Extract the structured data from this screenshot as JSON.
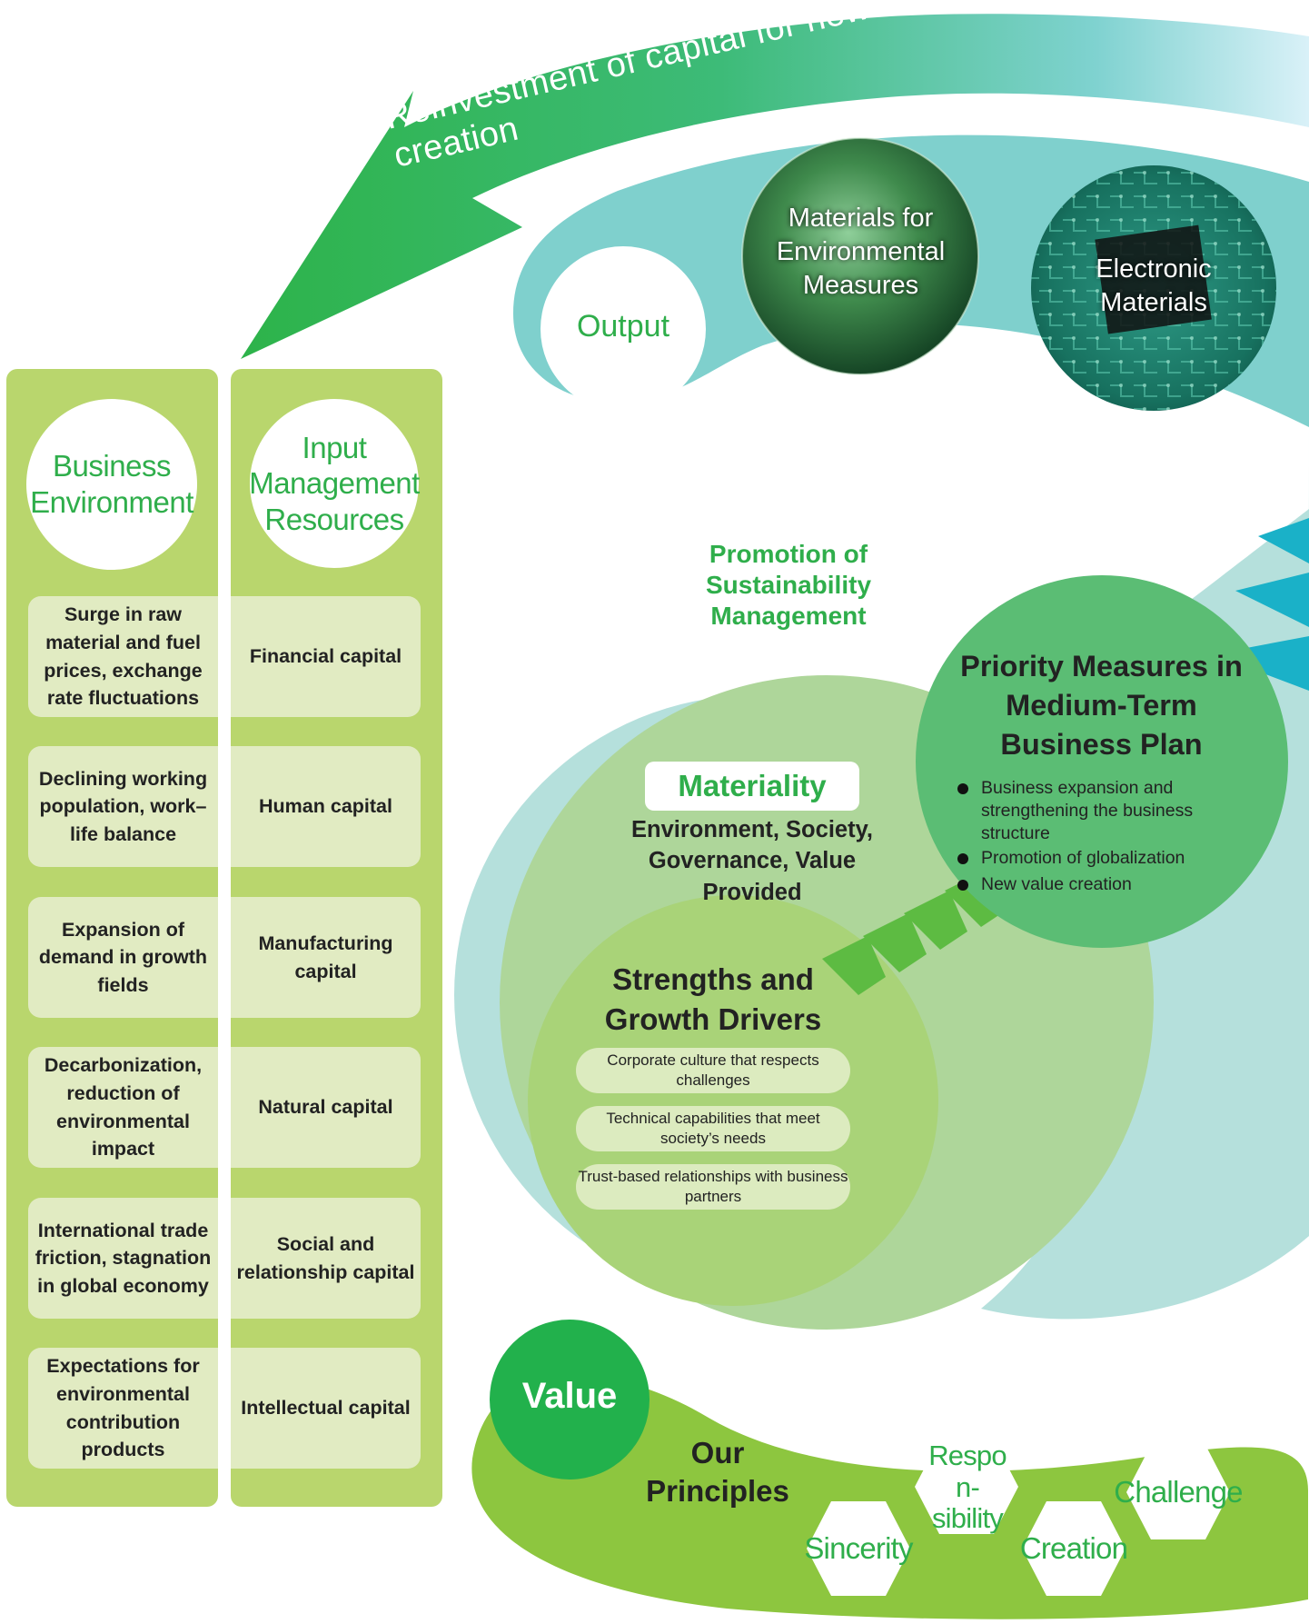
{
  "arrow_label": "Reinvestment of capital for new value creation",
  "output": {
    "label": "Output",
    "items": [
      {
        "label": "Materials for Environmental Measures"
      },
      {
        "label": "Electronic Materials"
      }
    ]
  },
  "business_environment": {
    "title": "Business Environment",
    "items": [
      "Surge in raw material and fuel prices, exchange rate fluctuations",
      "Declining working population, work–life balance",
      "Expansion of demand in growth fields",
      "Decarbonization, reduction of environmental impact",
      "International trade friction, stagnation in global economy",
      "Expectations for environmental contribution products"
    ]
  },
  "input": {
    "title": "Input Management Resources",
    "items": [
      "Financial capital",
      "Human capital",
      "Manufacturing capital",
      "Natural capital",
      "Social and relationship capital",
      "Intellectual capital"
    ]
  },
  "sustainability": {
    "label": "Promotion of Sustainability Management"
  },
  "materiality": {
    "title": "Materiality",
    "text": "Environment, Society, Governance, Value Provided"
  },
  "priority": {
    "title": "Priority Measures in Medium-Term Business Plan",
    "bullets": [
      "Business expansion and strengthening the business structure",
      "Promotion of globalization",
      "New value creation"
    ]
  },
  "strengths": {
    "title": "Strengths and Growth Drivers",
    "items": [
      "Corporate culture that respects challenges",
      "Technical capabilities that meet society’s needs",
      "Trust-based relationships with business partners"
    ]
  },
  "value": {
    "label": "Value",
    "principles_label": "Our Principles",
    "principles": [
      "Sincerity",
      "Respon-sibility",
      "Creation",
      "Challenge"
    ]
  },
  "colors": {
    "green_dark": "#22b14c",
    "green_light": "#b9d66d",
    "teal": "#7fd0cd",
    "teal_light": "#b5e0dc",
    "lime": "#8dc63f",
    "text_green": "#2fae4b"
  }
}
